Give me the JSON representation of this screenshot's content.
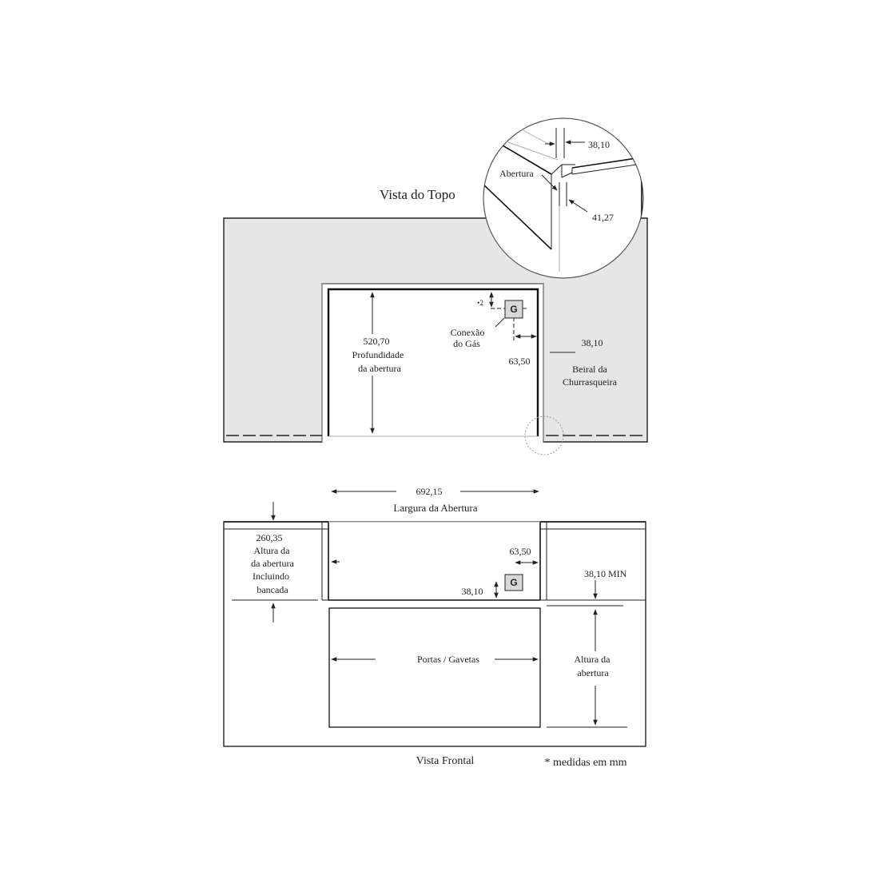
{
  "top_view": {
    "title": "Vista do Topo",
    "depth_value": "520,70",
    "depth_label_1": "Profundidade",
    "depth_label_2": "da abertura",
    "gas_symbol": "G",
    "gas_label_1": "Conexão",
    "gas_label_2": "do Gás",
    "gas_offset_small": "•2",
    "gas_offset_side": "63,50",
    "lip_value": "38,10",
    "lip_label_1": "Beiral da",
    "lip_label_2": "Churrasqueira"
  },
  "detail": {
    "opening_label": "Abertura",
    "dim_a": "38,10",
    "dim_b": "41,27"
  },
  "front_view": {
    "width_value": "692,15",
    "width_label": "Largura da Abertura",
    "height_value": "260,35",
    "height_label_1": "Altura da",
    "height_label_2": "da abertura",
    "height_label_3": "Incluindo",
    "height_label_4": "bancada",
    "gas_symbol": "G",
    "gas_side": "63,50",
    "gas_bottom": "38,10",
    "min_value": "38,10 MIN",
    "doors_label": "Portas / Gavetas",
    "open_height_1": "Altura da",
    "open_height_2": "abertura",
    "title": "Vista Frontal",
    "units_note": "* medidas em mm"
  }
}
